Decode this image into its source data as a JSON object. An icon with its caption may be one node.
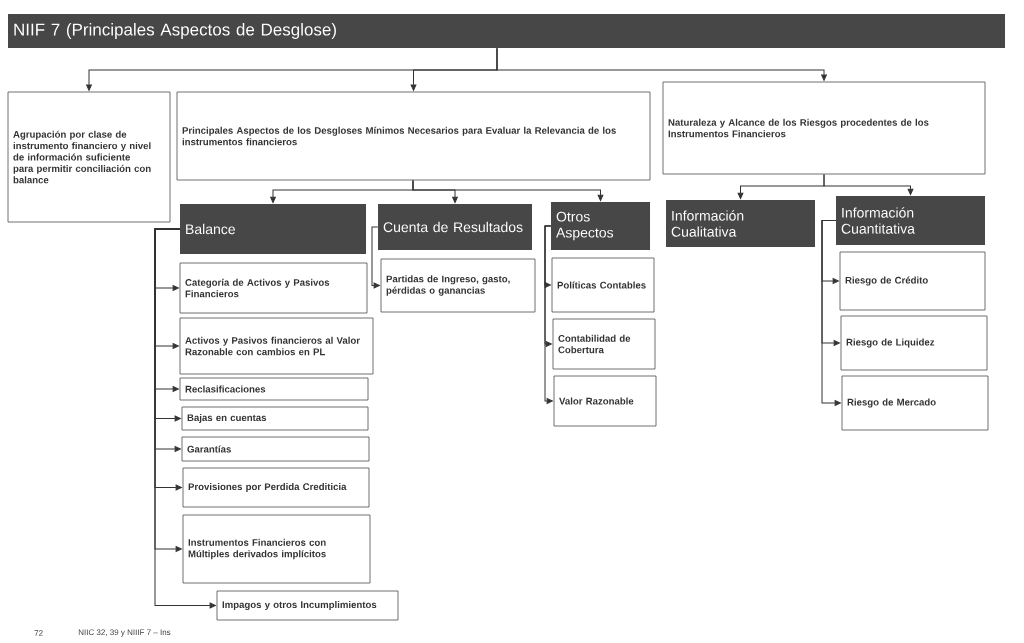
{
  "diagram": {
    "nodes": [
      {
        "text": [
          "NIIF 7 (Principales Aspectos de Desglose)"
        ]
      },
      {
        "text": [
          "Agrupación por clase de instrumento financiero y nivel de información suficiente para permitir conciliación con balance"
        ]
      },
      {
        "text": [
          "Principales Aspectos de los Desgloses Mínimos Necesarios para Evaluar la Relevancia de los instrumentos financieros"
        ]
      },
      {
        "text": [
          "Naturaleza y Alcance de los Riesgos procedentes de los Instrumentos Financieros"
        ]
      },
      {
        "text": [
          "Balance"
        ]
      },
      {
        "text": [
          "Cuenta de Resultados"
        ]
      },
      {
        "text": [
          "Otros Aspectos"
        ]
      },
      {
        "text": [
          "Información Cualitativa"
        ]
      },
      {
        "text": [
          "Información Cuantitativa"
        ]
      },
      {
        "text": [
          "Categoría de Activos y Pasivos Financieros"
        ]
      },
      {
        "text": [
          "Activos y Pasivos financieros al Valor Razonable con cambios en PL"
        ]
      },
      {
        "text": [
          "Reclasificaciones"
        ]
      },
      {
        "text": [
          "Bajas en cuentas"
        ]
      },
      {
        "text": [
          "Garantías"
        ]
      },
      {
        "text": [
          "Provisiones por Perdida Crediticia"
        ]
      },
      {
        "text": [
          "Instrumentos Financieros con Múltiples derivados implícitos"
        ]
      },
      {
        "text": [
          "Impagos y otros Incumplimientos"
        ]
      },
      {
        "text": [
          "Partidas de Ingreso, gasto, pérdidas o ganancias"
        ]
      },
      {
        "text": [
          "Políticas Contables"
        ]
      },
      {
        "text": [
          "Contabilidad de Cobertura"
        ]
      },
      {
        "text": [
          "Valor Razonable"
        ]
      },
      {
        "text": [
          "Riesgo de Crédito"
        ]
      },
      {
        "text": [
          "Riesgo de Liquidez"
        ]
      },
      {
        "text": [
          "Riesgo de Mercado"
        ]
      }
    ],
    "edges": [
      {
        "from": 0,
        "to": 1,
        "arrow": "to"
      },
      {
        "from": 0,
        "to": 2,
        "arrow": "to"
      },
      {
        "from": 0,
        "to": 3,
        "arrow": "to"
      },
      {
        "from": 2,
        "to": 4,
        "arrow": "to"
      },
      {
        "from": 2,
        "to": 5,
        "arrow": "to"
      },
      {
        "from": 2,
        "to": 6,
        "arrow": "to"
      },
      {
        "from": 3,
        "to": 7,
        "arrow": "to"
      },
      {
        "from": 3,
        "to": 8,
        "arrow": "to"
      },
      {
        "from": 4,
        "to": 9,
        "arrow": "to"
      },
      {
        "from": 4,
        "to": 10,
        "arrow": "to"
      },
      {
        "from": 4,
        "to": 11,
        "arrow": "to"
      },
      {
        "from": 4,
        "to": 12,
        "arrow": "to"
      },
      {
        "from": 4,
        "to": 13,
        "arrow": "to"
      },
      {
        "from": 4,
        "to": 14,
        "arrow": "to"
      },
      {
        "from": 4,
        "to": 15,
        "arrow": "to"
      },
      {
        "from": 4,
        "to": 16,
        "arrow": "to"
      },
      {
        "from": 5,
        "to": 17,
        "arrow": "to"
      },
      {
        "from": 6,
        "to": 18,
        "arrow": "to"
      },
      {
        "from": 6,
        "to": 19,
        "arrow": "to"
      },
      {
        "from": 6,
        "to": 20,
        "arrow": "to"
      },
      {
        "from": 8,
        "to": 21,
        "arrow": "to"
      },
      {
        "from": 8,
        "to": 22,
        "arrow": "to"
      },
      {
        "from": 8,
        "to": 23,
        "arrow": "to"
      }
    ],
    "labels": [
      "72",
      "NIIC 32, 39 y NIIIF 7 – Ins"
    ]
  }
}
